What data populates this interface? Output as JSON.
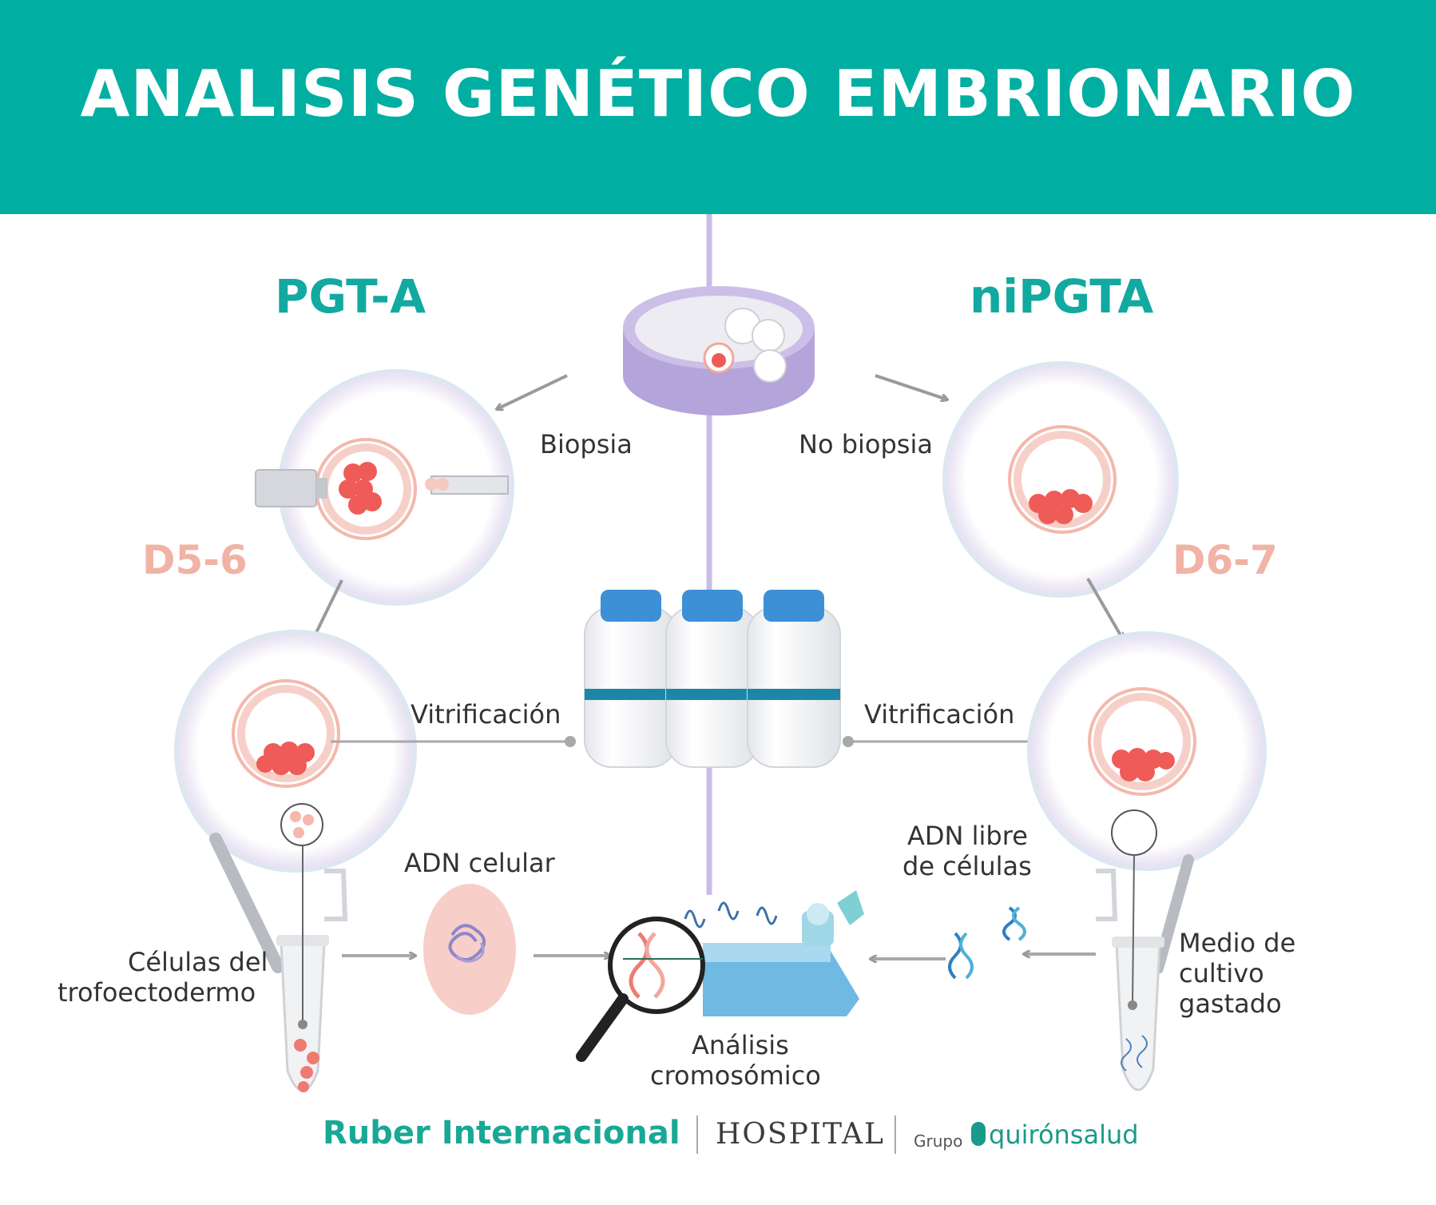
{
  "header": {
    "title": "ANALISIS GENÉTICO EMBRIONARIO"
  },
  "left": {
    "method": "PGT-A",
    "day": "D5-6",
    "biopsy_label": "Biopsia",
    "vitrification_label": "Vitrificación",
    "dna_label": "ADN celular",
    "sample_label_line1": "Células del",
    "sample_label_line2": "trofoectodermo"
  },
  "right": {
    "method": "niPGTA",
    "day": "D6-7",
    "biopsy_label": "No biopsia",
    "vitrification_label": "Vitrificación",
    "dna_label_line1": "ADN libre",
    "dna_label_line2": "de células",
    "sample_label_line1": "Medio de",
    "sample_label_line2": "cultivo",
    "sample_label_line3": "gastado"
  },
  "center": {
    "analysis_label_line1": "Análisis",
    "analysis_label_line2": "cromosómico"
  },
  "footer": {
    "brand": "Ruber Internacional",
    "hospital": "HOSPITAL",
    "grupo": "Grupo",
    "quiron": "quirónsalud"
  },
  "colors": {
    "teal": "#00afa2",
    "method_teal": "#12a9a0",
    "day_pink": "#f0b3a6",
    "cell_red": "#ef5b57",
    "lilac": "#c9bde6",
    "bottle_cap": "#3d8fd6",
    "bottle_band": "#1b87a8"
  }
}
